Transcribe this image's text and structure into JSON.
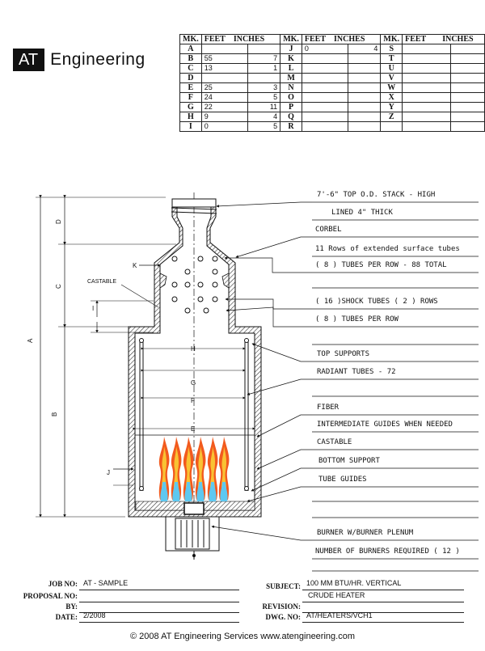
{
  "logo": {
    "mark": "AT",
    "name": "Engineering"
  },
  "table": {
    "headers": {
      "mk": "MK.",
      "feet": "FEET",
      "inches": "INCHES"
    },
    "columns": [
      [
        {
          "mk": "A",
          "feet": "",
          "inches": ""
        },
        {
          "mk": "B",
          "feet": "55",
          "inches": "7"
        },
        {
          "mk": "C",
          "feet": "13",
          "inches": "1"
        },
        {
          "mk": "D",
          "feet": "",
          "inches": ""
        },
        {
          "mk": "E",
          "feet": "25",
          "inches": "3"
        },
        {
          "mk": "F",
          "feet": "24",
          "inches": "5"
        },
        {
          "mk": "G",
          "feet": "22",
          "inches": "11"
        },
        {
          "mk": "H",
          "feet": "9",
          "inches": "4"
        },
        {
          "mk": "I",
          "feet": "0",
          "inches": "5"
        }
      ],
      [
        {
          "mk": "J",
          "feet": "0",
          "inches": "4"
        },
        {
          "mk": "K",
          "feet": "",
          "inches": ""
        },
        {
          "mk": "L",
          "feet": "",
          "inches": ""
        },
        {
          "mk": "M",
          "feet": "",
          "inches": ""
        },
        {
          "mk": "N",
          "feet": "",
          "inches": ""
        },
        {
          "mk": "O",
          "feet": "",
          "inches": ""
        },
        {
          "mk": "P",
          "feet": "",
          "inches": ""
        },
        {
          "mk": "Q",
          "feet": "",
          "inches": ""
        },
        {
          "mk": "R",
          "feet": "",
          "inches": ""
        }
      ],
      [
        {
          "mk": "S",
          "feet": "",
          "inches": ""
        },
        {
          "mk": "T",
          "feet": "",
          "inches": ""
        },
        {
          "mk": "U",
          "feet": "",
          "inches": ""
        },
        {
          "mk": "V",
          "feet": "",
          "inches": ""
        },
        {
          "mk": "W",
          "feet": "",
          "inches": ""
        },
        {
          "mk": "X",
          "feet": "",
          "inches": ""
        },
        {
          "mk": "Y",
          "feet": "",
          "inches": ""
        },
        {
          "mk": "Z",
          "feet": "",
          "inches": ""
        },
        {
          "mk": "",
          "feet": "",
          "inches": ""
        }
      ]
    ]
  },
  "dimensions": {
    "a": "A",
    "b": "B",
    "c": "C",
    "d": "D",
    "i": "I",
    "j": "J",
    "k": "K",
    "e": "E",
    "f": "F",
    "g": "G",
    "h": "H"
  },
  "side_labels": {
    "castable": "CASTABLE"
  },
  "callouts": [
    "7'-6\" TOP O.D. STACK -    HIGH",
    "LINED  4\"  THICK",
    "CORBEL",
    "11 Rows of extended surface tubes",
    "( 8 ) TUBES PER ROW - 88 TOTAL",
    "( 16 )SHOCK TUBES ( 2 ) ROWS",
    "( 8 ) TUBES PER ROW",
    "TOP SUPPORTS",
    "RADIANT TUBES - 72",
    "FIBER",
    "INTERMEDIATE GUIDES WHEN NEEDED",
    "CASTABLE",
    "BOTTOM SUPPORT",
    "TUBE GUIDES",
    "BURNER W/BURNER PLENUM",
    "NUMBER OF BURNERS REQUIRED ( 12 )"
  ],
  "form": {
    "job_label": "JOB NO:",
    "job": "AT - SAMPLE",
    "proposal_label": "PROPOSAL NO:",
    "proposal": "",
    "by_label": "BY:",
    "by": "",
    "date_label": "DATE:",
    "date": "2/2008",
    "subject_label": "SUBJECT:",
    "subject_1": "100 MM BTU/HR. VERTICAL",
    "subject_2": "CRUDE HEATER",
    "revision_label": "REVISION:",
    "revision": "",
    "dwg_label": "DWG. NO:",
    "dwg": "AT/HEATERS/VCH1"
  },
  "footer": "© 2008 AT Engineering Services   www.atengineering.com",
  "colors": {
    "flame_outer": "#f25a1e",
    "flame_mid": "#f9c233",
    "flame_base": "#5ec8f0",
    "ink": "#111111"
  }
}
